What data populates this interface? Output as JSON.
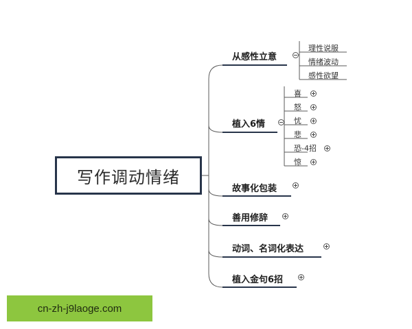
{
  "root": {
    "label": "写作调动情绪"
  },
  "branches": [
    {
      "label": "从感性立意",
      "toggle": "collapse",
      "children": [
        {
          "label": "理性说服"
        },
        {
          "label": "情绪波动"
        },
        {
          "label": "感性欲望"
        }
      ]
    },
    {
      "label": "植入6情",
      "toggle": "collapse",
      "children": [
        {
          "label": "喜"
        },
        {
          "label": "怒"
        },
        {
          "label": "忧"
        },
        {
          "label": "悲"
        },
        {
          "label": "恐-4招"
        },
        {
          "label": "惊"
        }
      ]
    },
    {
      "label": "故事化包装",
      "toggle": "expand",
      "children": []
    },
    {
      "label": "善用修辞",
      "toggle": "expand",
      "children": []
    },
    {
      "label": "动词、名词化表达",
      "toggle": "expand",
      "children": []
    },
    {
      "label": "植入金句6招",
      "toggle": "expand",
      "children": []
    }
  ],
  "watermark": {
    "text": "cn-zh-j9laoge.com"
  },
  "colors": {
    "line": "#5a5a5a",
    "underline": "#27344a",
    "root_border": "#27344a",
    "watermark_bg": "#8dc63f"
  }
}
